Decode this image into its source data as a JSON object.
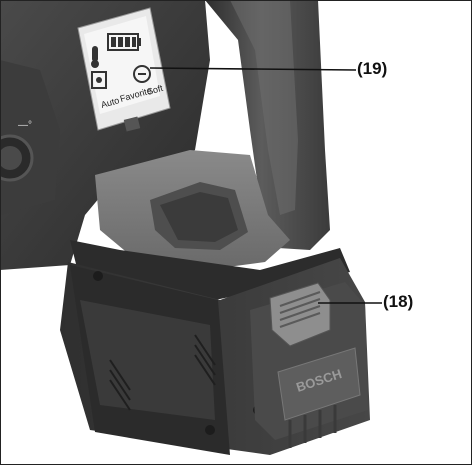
{
  "callouts": [
    {
      "id": "19",
      "text": "(19)"
    },
    {
      "id": "18",
      "text": "(18)"
    }
  ],
  "display_panel": {
    "mode_labels": [
      "Auto",
      "Favorite",
      "Soft"
    ],
    "battery_bars": 4
  },
  "battery_pack": {
    "brand_text": "BOSCH"
  },
  "icons": [
    "thermometer-icon",
    "battery-level-icon",
    "service-wrench-icon",
    "tool-rotation-icon",
    "battery-release-button-icon"
  ],
  "colors": {
    "housing_dark": "#3a3a3a",
    "housing_mid": "#5a5a5a",
    "panel_light": "#e8e8e8",
    "background": "#ffffff"
  }
}
